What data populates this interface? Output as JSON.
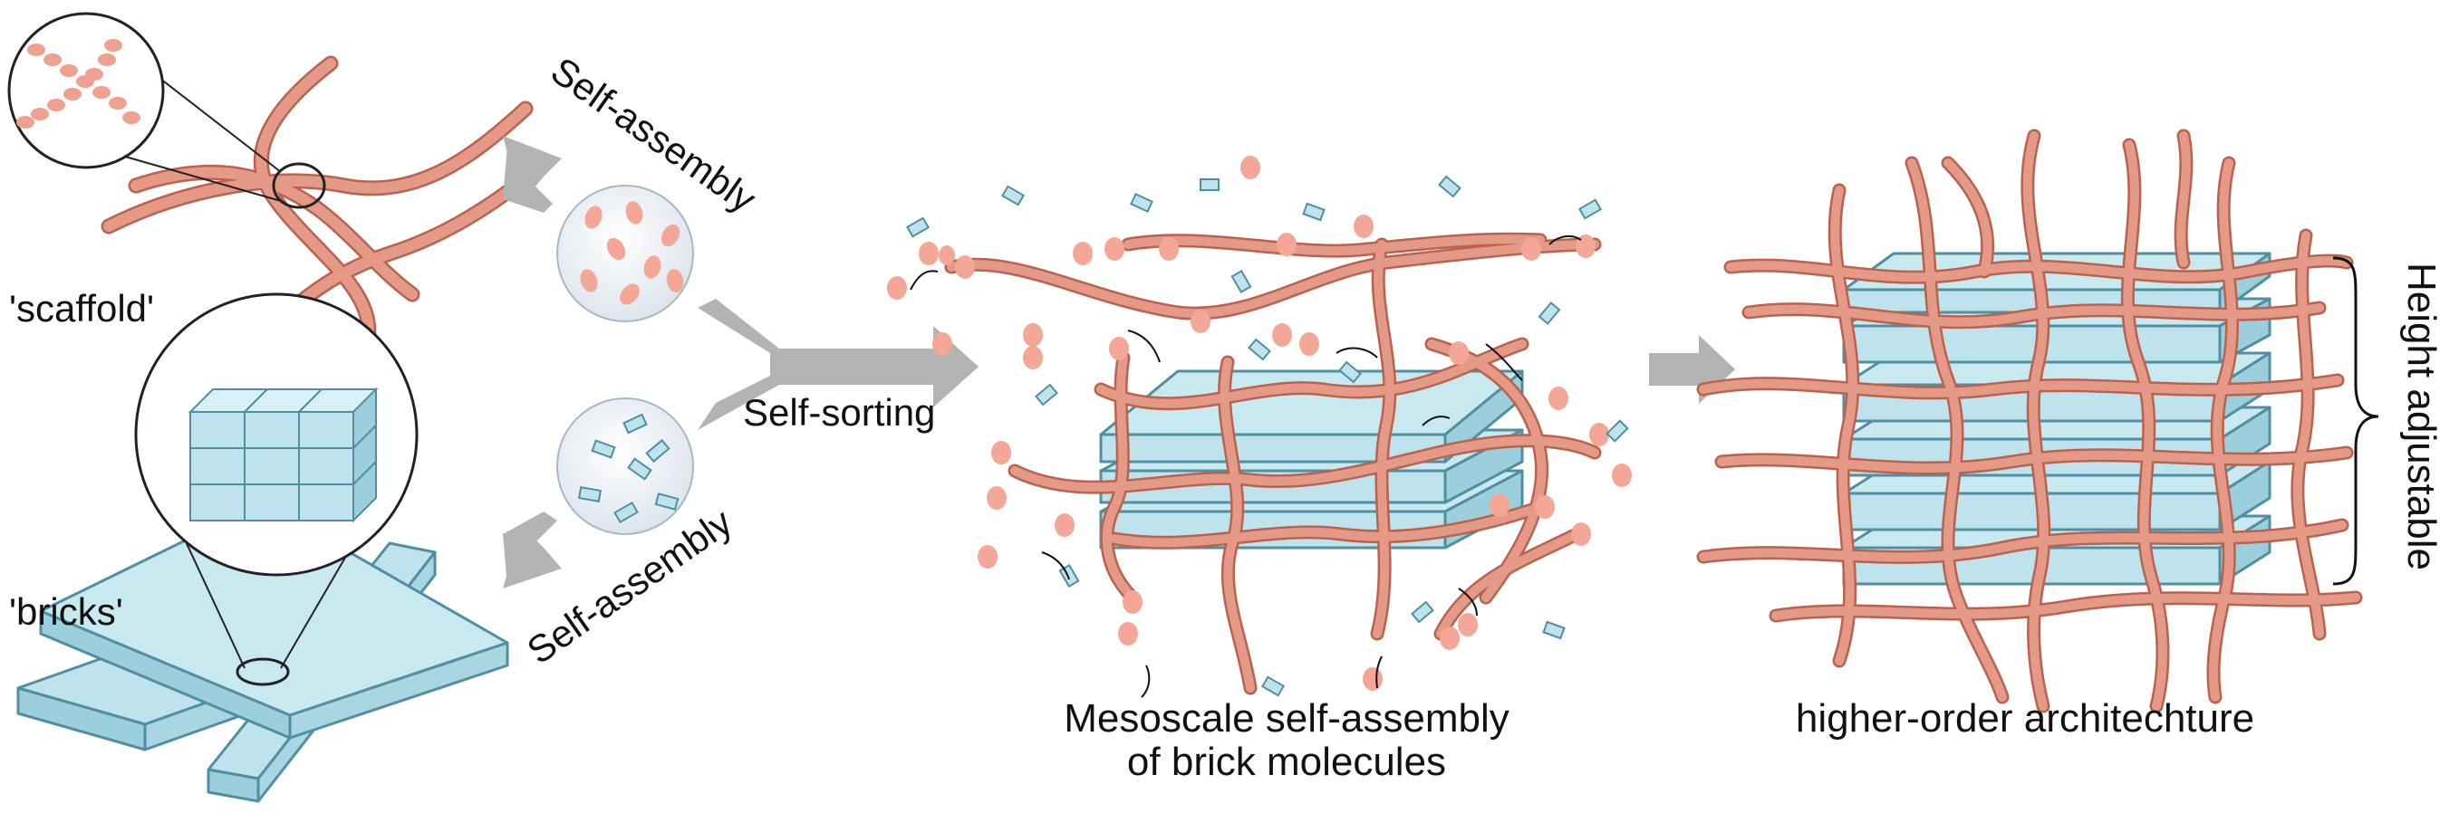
{
  "labels": {
    "scaffold": "'scaffold'",
    "bricks": "'bricks'",
    "self_assembly_top": "Self-assembly",
    "self_assembly_bottom": "Self-assembly",
    "self_sorting": "Self-sorting",
    "mesoscale_line1": "Mesoscale self-assembly",
    "mesoscale_line2": "of brick molecules",
    "higher_order": "higher-order architechture",
    "height_adjustable": "Height adjustable"
  },
  "colors": {
    "fiber": "#e59a88",
    "fiber_dark": "#b9634f",
    "fiber_light": "#f6c6b9",
    "dot": "#f4a796",
    "brick": "#bfe3ec",
    "brick_side": "#9ccfdc",
    "brick_edge": "#4f8fa1",
    "arrow": "#b3b3b3",
    "text": "#111111"
  }
}
